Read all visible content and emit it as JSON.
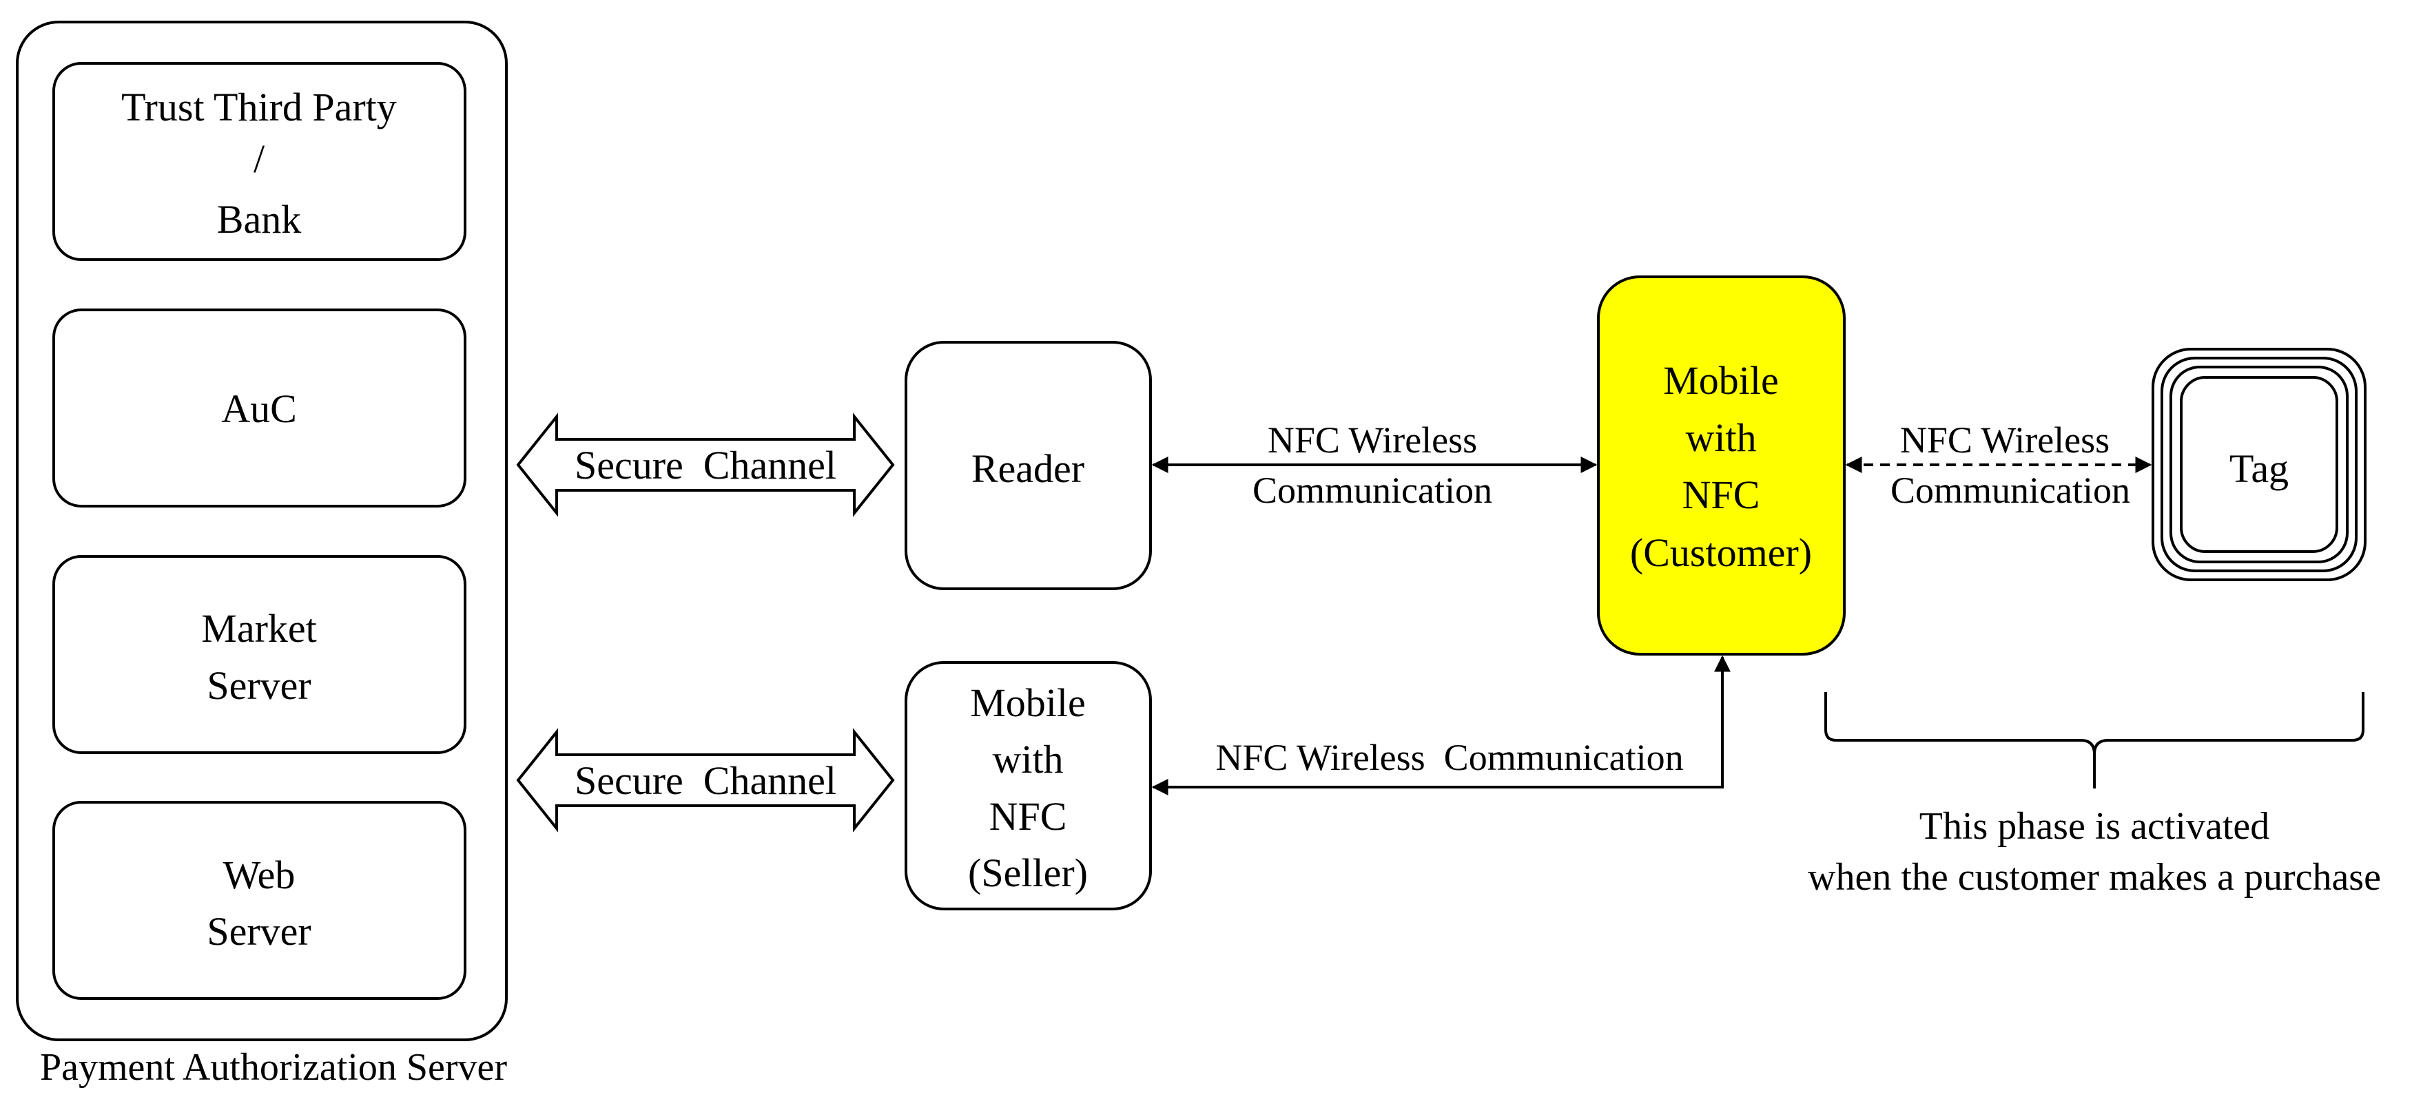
{
  "payment_server": {
    "label": "Payment Authorization Server",
    "boxes": [
      {
        "id": "ttp",
        "lines": [
          "Trust Third Party",
          "/",
          "Bank"
        ]
      },
      {
        "id": "auc",
        "lines": [
          "AuC"
        ]
      },
      {
        "id": "market",
        "lines": [
          "Market",
          "Server"
        ]
      },
      {
        "id": "web",
        "lines": [
          "Web",
          "Server"
        ]
      }
    ]
  },
  "channels": {
    "top": "Secure  Channel",
    "bottom": "Secure  Channel"
  },
  "reader": {
    "lines": [
      "Reader"
    ]
  },
  "seller": {
    "lines": [
      "Mobile",
      "with",
      "NFC",
      "(Seller)"
    ]
  },
  "customer": {
    "lines": [
      "Mobile",
      "with",
      "NFC",
      "(Customer)"
    ],
    "fill": "#ffff00"
  },
  "tag": {
    "lines": [
      "Tag"
    ]
  },
  "links": {
    "reader_customer": [
      "NFC Wireless",
      "Communication"
    ],
    "seller_customer": [
      "NFC Wireless  Communication"
    ],
    "customer_tag": [
      "NFC Wireless",
      "Communication"
    ]
  },
  "phase_note": [
    "This phase is activated",
    "when the customer makes a purchase"
  ]
}
